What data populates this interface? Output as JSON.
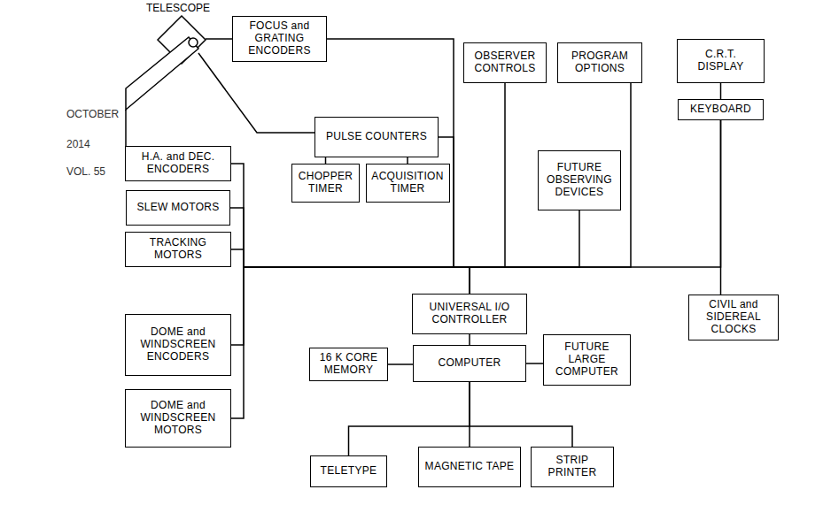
{
  "diagram": {
    "nodes": [
      {
        "text": [
          "FOCUS and GRATING ENCODERS"
        ]
      },
      {
        "text": [
          "OBSERVER CONTROLS"
        ]
      },
      {
        "text": [
          "PROGRAM OPTIONS"
        ]
      },
      {
        "text": [
          "C.R.T. DISPLAY"
        ]
      },
      {
        "text": [
          "PULSE COUNTERS"
        ]
      },
      {
        "text": [
          "KEYBOARD"
        ]
      },
      {
        "text": [
          "H.A. and DEC. ENCODERS"
        ]
      },
      {
        "text": [
          "CHOPPER TIMER"
        ]
      },
      {
        "text": [
          "ACQUISITION TIMER"
        ]
      },
      {
        "text": [
          "FUTURE OBSERVING DEVICES"
        ]
      },
      {
        "text": [
          "SLEW MOTORS"
        ]
      },
      {
        "text": [
          "TRACKING MOTORS"
        ]
      },
      {
        "text": [
          "UNIVERSAL I/O CONTROLLER"
        ]
      },
      {
        "text": [
          "CIVIL and SIDEREAL CLOCKS"
        ]
      },
      {
        "text": [
          "DOME and WINDSCREEN ENCODERS"
        ]
      },
      {
        "text": [
          "16 K CORE MEMORY"
        ]
      },
      {
        "text": [
          "COMPUTER"
        ]
      },
      {
        "text": [
          "FUTURE LARGE COMPUTER"
        ]
      },
      {
        "text": [
          "DOME and WINDSCREEN MOTORS"
        ]
      },
      {
        "text": [
          "TELETYPE"
        ]
      },
      {
        "text": [
          "MAGNETIC TAPE"
        ]
      },
      {
        "text": [
          "STRIP PRINTER"
        ]
      }
    ],
    "edges": [
      {
        "from": 0,
        "to": 12,
        "arrow": "none"
      },
      {
        "from": 4,
        "to": 12,
        "arrow": "none"
      },
      {
        "from": 4,
        "to": 7,
        "arrow": "none"
      },
      {
        "from": 4,
        "to": 8,
        "arrow": "none"
      },
      {
        "from": 1,
        "to": 12,
        "arrow": "none"
      },
      {
        "from": 2,
        "to": 12,
        "arrow": "none"
      },
      {
        "from": 9,
        "to": 12,
        "arrow": "none"
      },
      {
        "from": 3,
        "to": 5,
        "arrow": "none"
      },
      {
        "from": 5,
        "to": 12,
        "arrow": "none"
      },
      {
        "from": 5,
        "to": 13,
        "arrow": "none"
      },
      {
        "from": 6,
        "to": 12,
        "arrow": "none"
      },
      {
        "from": 10,
        "to": 12,
        "arrow": "none"
      },
      {
        "from": 11,
        "to": 12,
        "arrow": "none"
      },
      {
        "from": 14,
        "to": 12,
        "arrow": "none"
      },
      {
        "from": 18,
        "to": 12,
        "arrow": "none"
      },
      {
        "from": 12,
        "to": 16,
        "arrow": "none"
      },
      {
        "from": 15,
        "to": 16,
        "arrow": "none"
      },
      {
        "from": 16,
        "to": 17,
        "arrow": "none"
      },
      {
        "from": 16,
        "to": 19,
        "arrow": "none"
      },
      {
        "from": 16,
        "to": 20,
        "arrow": "none"
      },
      {
        "from": 16,
        "to": 21,
        "arrow": "none"
      }
    ],
    "labels": [
      "TELESCOPE",
      "OCTOBER",
      "2014",
      "VOL. 55"
    ]
  }
}
